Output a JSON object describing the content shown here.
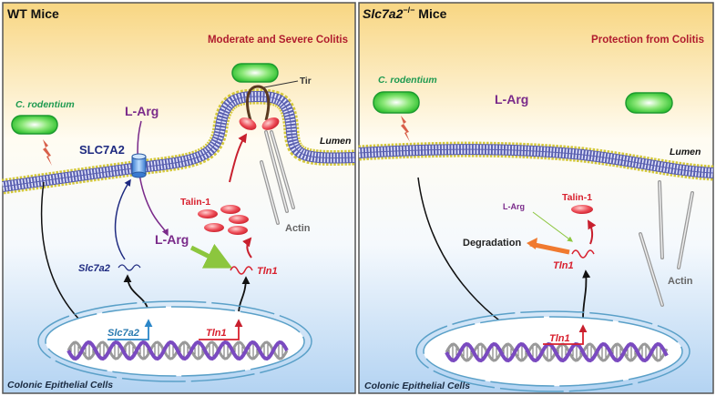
{
  "colors": {
    "bacteria": "#3cc83c",
    "title_red": "#b01c2e",
    "larg_purple": "#7a2a8a",
    "slc_navy": "#1e2a80",
    "talin_red": "#d8202e",
    "green_label": "#1e9a50",
    "orange": "#f07a30"
  },
  "wt": {
    "title": "WT Mice",
    "phenotype": "Moderate and Severe Colitis",
    "bacterium_label": "C. rodentium",
    "tir_label": "Tir",
    "larg_outside": "L-Arg",
    "transporter_label": "SLC7A2",
    "lumen_label": "Lumen",
    "talin_label": "Talin-1",
    "actin_label": "Actin",
    "larg_inside": "L-Arg",
    "slc_mrna_label": "Slc7a2",
    "tln_mrna_label": "Tln1",
    "slc_gene_label": "Slc7a2",
    "tln_gene_label": "Tln1",
    "cell_label": "Colonic Epithelial Cells"
  },
  "ko": {
    "title_gene": "Slc7a2",
    "title_sup": "−/−",
    "title_rest": " Mice",
    "phenotype": "Protection from Colitis",
    "bacterium_label": "C. rodentium",
    "larg_outside": "L-Arg",
    "lumen_label": "Lumen",
    "talin_label": "Talin-1",
    "larg_inside": "L-Arg",
    "degradation_label": "Degradation",
    "tln_mrna_label": "Tln1",
    "actin_label": "Actin",
    "tln_gene_label": "Tln1",
    "cell_label": "Colonic Epithelial Cells"
  }
}
